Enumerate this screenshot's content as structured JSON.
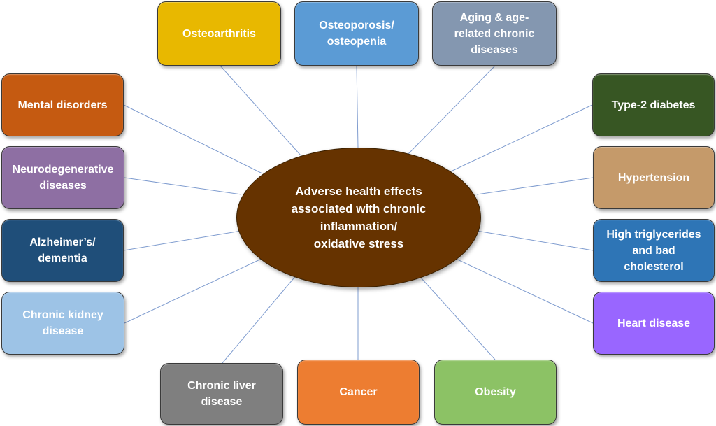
{
  "center": {
    "label": "Adverse health effects\nassociated with chronic\ninflammation/\noxidative stress",
    "color": "#663300"
  },
  "nodes": [
    {
      "id": "osteoarthritis",
      "label": "Osteoarthritis",
      "color": "#e8b800"
    },
    {
      "id": "osteoporosis",
      "label": "Osteoporosis/\nosteopenia",
      "color": "#5b9bd5"
    },
    {
      "id": "aging",
      "label": "Aging & age-\nrelated chronic\ndiseases",
      "color": "#8497b0"
    },
    {
      "id": "mental-disorders",
      "label": "Mental disorders",
      "color": "#c55a11"
    },
    {
      "id": "type2-diabetes",
      "label": "Type-2 diabetes",
      "color": "#375623"
    },
    {
      "id": "neurodegenerative",
      "label": "Neurodegenerative\ndiseases",
      "color": "#8e6fa3"
    },
    {
      "id": "hypertension",
      "label": "Hypertension",
      "color": "#c59a6a"
    },
    {
      "id": "alzheimers",
      "label": "Alzheimer’s/\ndementia",
      "color": "#1f4e79"
    },
    {
      "id": "triglycerides",
      "label": "High triglycerides\nand bad\ncholesterol",
      "color": "#2e75b6"
    },
    {
      "id": "chronic-kidney",
      "label": "Chronic kidney\ndisease",
      "color": "#9dc3e6"
    },
    {
      "id": "heart-disease",
      "label": "Heart disease",
      "color": "#9966ff"
    },
    {
      "id": "chronic-liver",
      "label": "Chronic liver\ndisease",
      "color": "#7f7f7f"
    },
    {
      "id": "cancer",
      "label": "Cancer",
      "color": "#ed7d31"
    },
    {
      "id": "obesity",
      "label": "Obesity",
      "color": "#8cc265"
    }
  ]
}
